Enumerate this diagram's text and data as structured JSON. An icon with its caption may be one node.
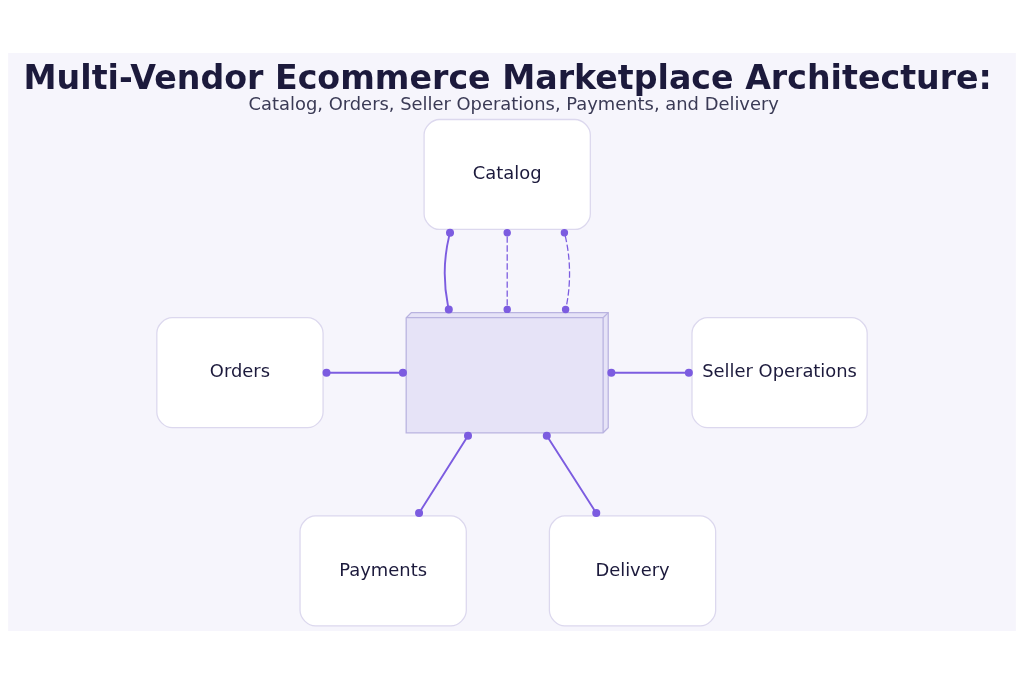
{
  "diagram": {
    "title": "Multi-Vendor Ecommerce Marketplace Architecture:",
    "caption": "Catalog, Orders, Seller Operations, Payments, and Delivery",
    "nodes": [
      {
        "text": [],
        "shape": "picture"
      },
      {
        "text": [
          "Catalog"
        ]
      },
      {
        "text": [
          "Orders"
        ]
      },
      {
        "text": [
          "Seller Operations"
        ]
      },
      {
        "text": [
          "Payments"
        ]
      },
      {
        "text": [
          "Delivery"
        ]
      }
    ],
    "edges": [
      {
        "from": 1,
        "to": 0,
        "arrow": "other"
      },
      {
        "from": 1,
        "to": 0,
        "arrow": "other",
        "style": "dashed"
      },
      {
        "from": 1,
        "to": 0,
        "arrow": "other",
        "style": "dashed"
      },
      {
        "from": 2,
        "to": 0,
        "arrow": "other"
      },
      {
        "from": 0,
        "to": 3,
        "arrow": "other"
      },
      {
        "from": 0,
        "to": 4,
        "arrow": "other"
      },
      {
        "from": 0,
        "to": 5,
        "arrow": "other"
      }
    ]
  }
}
